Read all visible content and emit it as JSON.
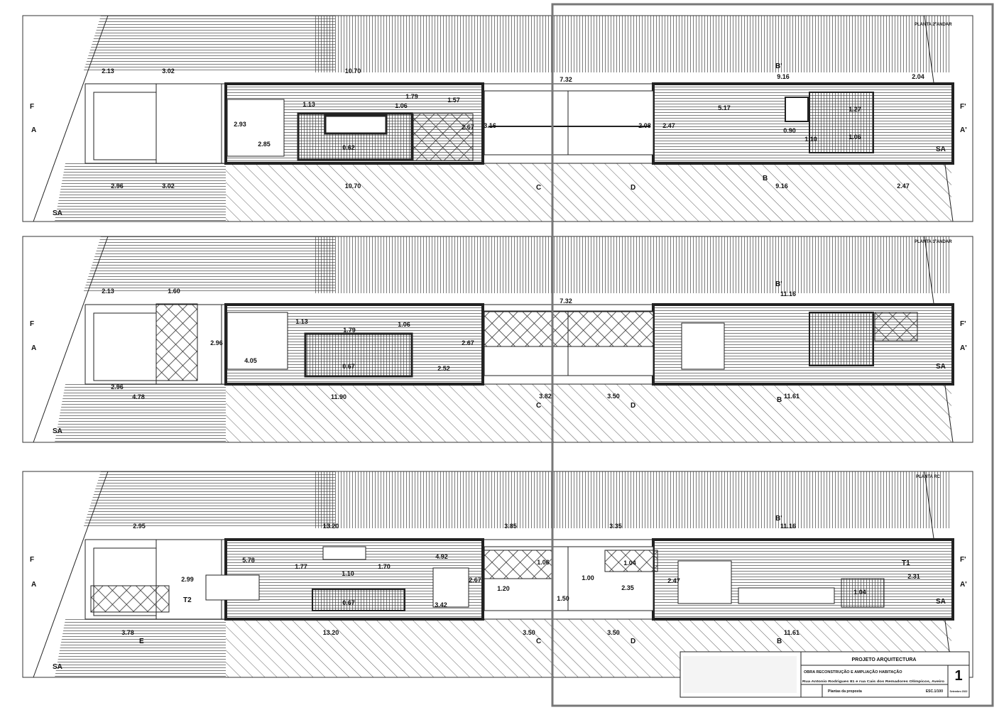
{
  "drawing": {
    "plans": [
      {
        "title": "PLANTA 2ºANDAR",
        "dims": [
          "2.13",
          "3.02",
          "10.70",
          "7.32",
          "9.16",
          "2.04",
          "1.13",
          "1.79",
          "1.06",
          "1.57",
          "2.93",
          "2.85",
          "0.62",
          "2.67",
          "3.16",
          "2.08",
          "2.47",
          "5.17",
          "1.27",
          "0.90",
          "1.10",
          "1.06",
          "2.96",
          "3.02",
          "10.70",
          "9.16",
          "2.47"
        ],
        "sections": [
          "F",
          "A",
          "F'",
          "A'",
          "B'",
          "B",
          "C",
          "D",
          "SA",
          "SA"
        ]
      },
      {
        "title": "PLANTA 1ºANDAR",
        "dims": [
          "2.13",
          "1.60",
          "7.32",
          "11.16",
          "1.13",
          "1.79",
          "1.06",
          "2.96",
          "2.67",
          "4.05",
          "0.67",
          "2.52",
          "2.96",
          "4.78",
          "11.90",
          "3.82",
          "3.50",
          "11.61"
        ],
        "sections": [
          "F",
          "A",
          "F'",
          "A'",
          "B'",
          "B",
          "C",
          "D",
          "SA",
          "SA"
        ]
      },
      {
        "title": "PLANTA RC",
        "dims": [
          "2.95",
          "13.20",
          "3.85",
          "3.35",
          "11.16",
          "5.78",
          "4.92",
          "1.77",
          "1.10",
          "1.70",
          "2.99",
          "1.06",
          "1.04",
          "1.00",
          "2.35",
          "2.47",
          "2.31",
          "1.04",
          "1.20",
          "1.50",
          "0.67",
          "3.42",
          "2.67",
          "3.78",
          "13.20",
          "3.50",
          "3.50",
          "11.61"
        ],
        "sections": [
          "F",
          "A",
          "F'",
          "A'",
          "B'",
          "B",
          "C",
          "D",
          "E",
          "SA",
          "SA"
        ],
        "labels": [
          "T1",
          "T2"
        ]
      }
    ]
  },
  "title_block": {
    "header": "PROJETO ARQUITECTURA",
    "project": "OBRA RECONSTRUÇÃO E AMPLIAÇÃO HABITAÇÃO",
    "address": "Rua Antonio Rodrigues 81 e rua Cais dos Remadores Olímpicos, Aveiro",
    "sheet_title": "Plantas da proposta",
    "scale": "ESC.1/100",
    "sheet_number": "1",
    "date": "Setembro 2022"
  },
  "colors": {
    "line": "#222222",
    "selection": "#777777",
    "wall": "#999999"
  }
}
